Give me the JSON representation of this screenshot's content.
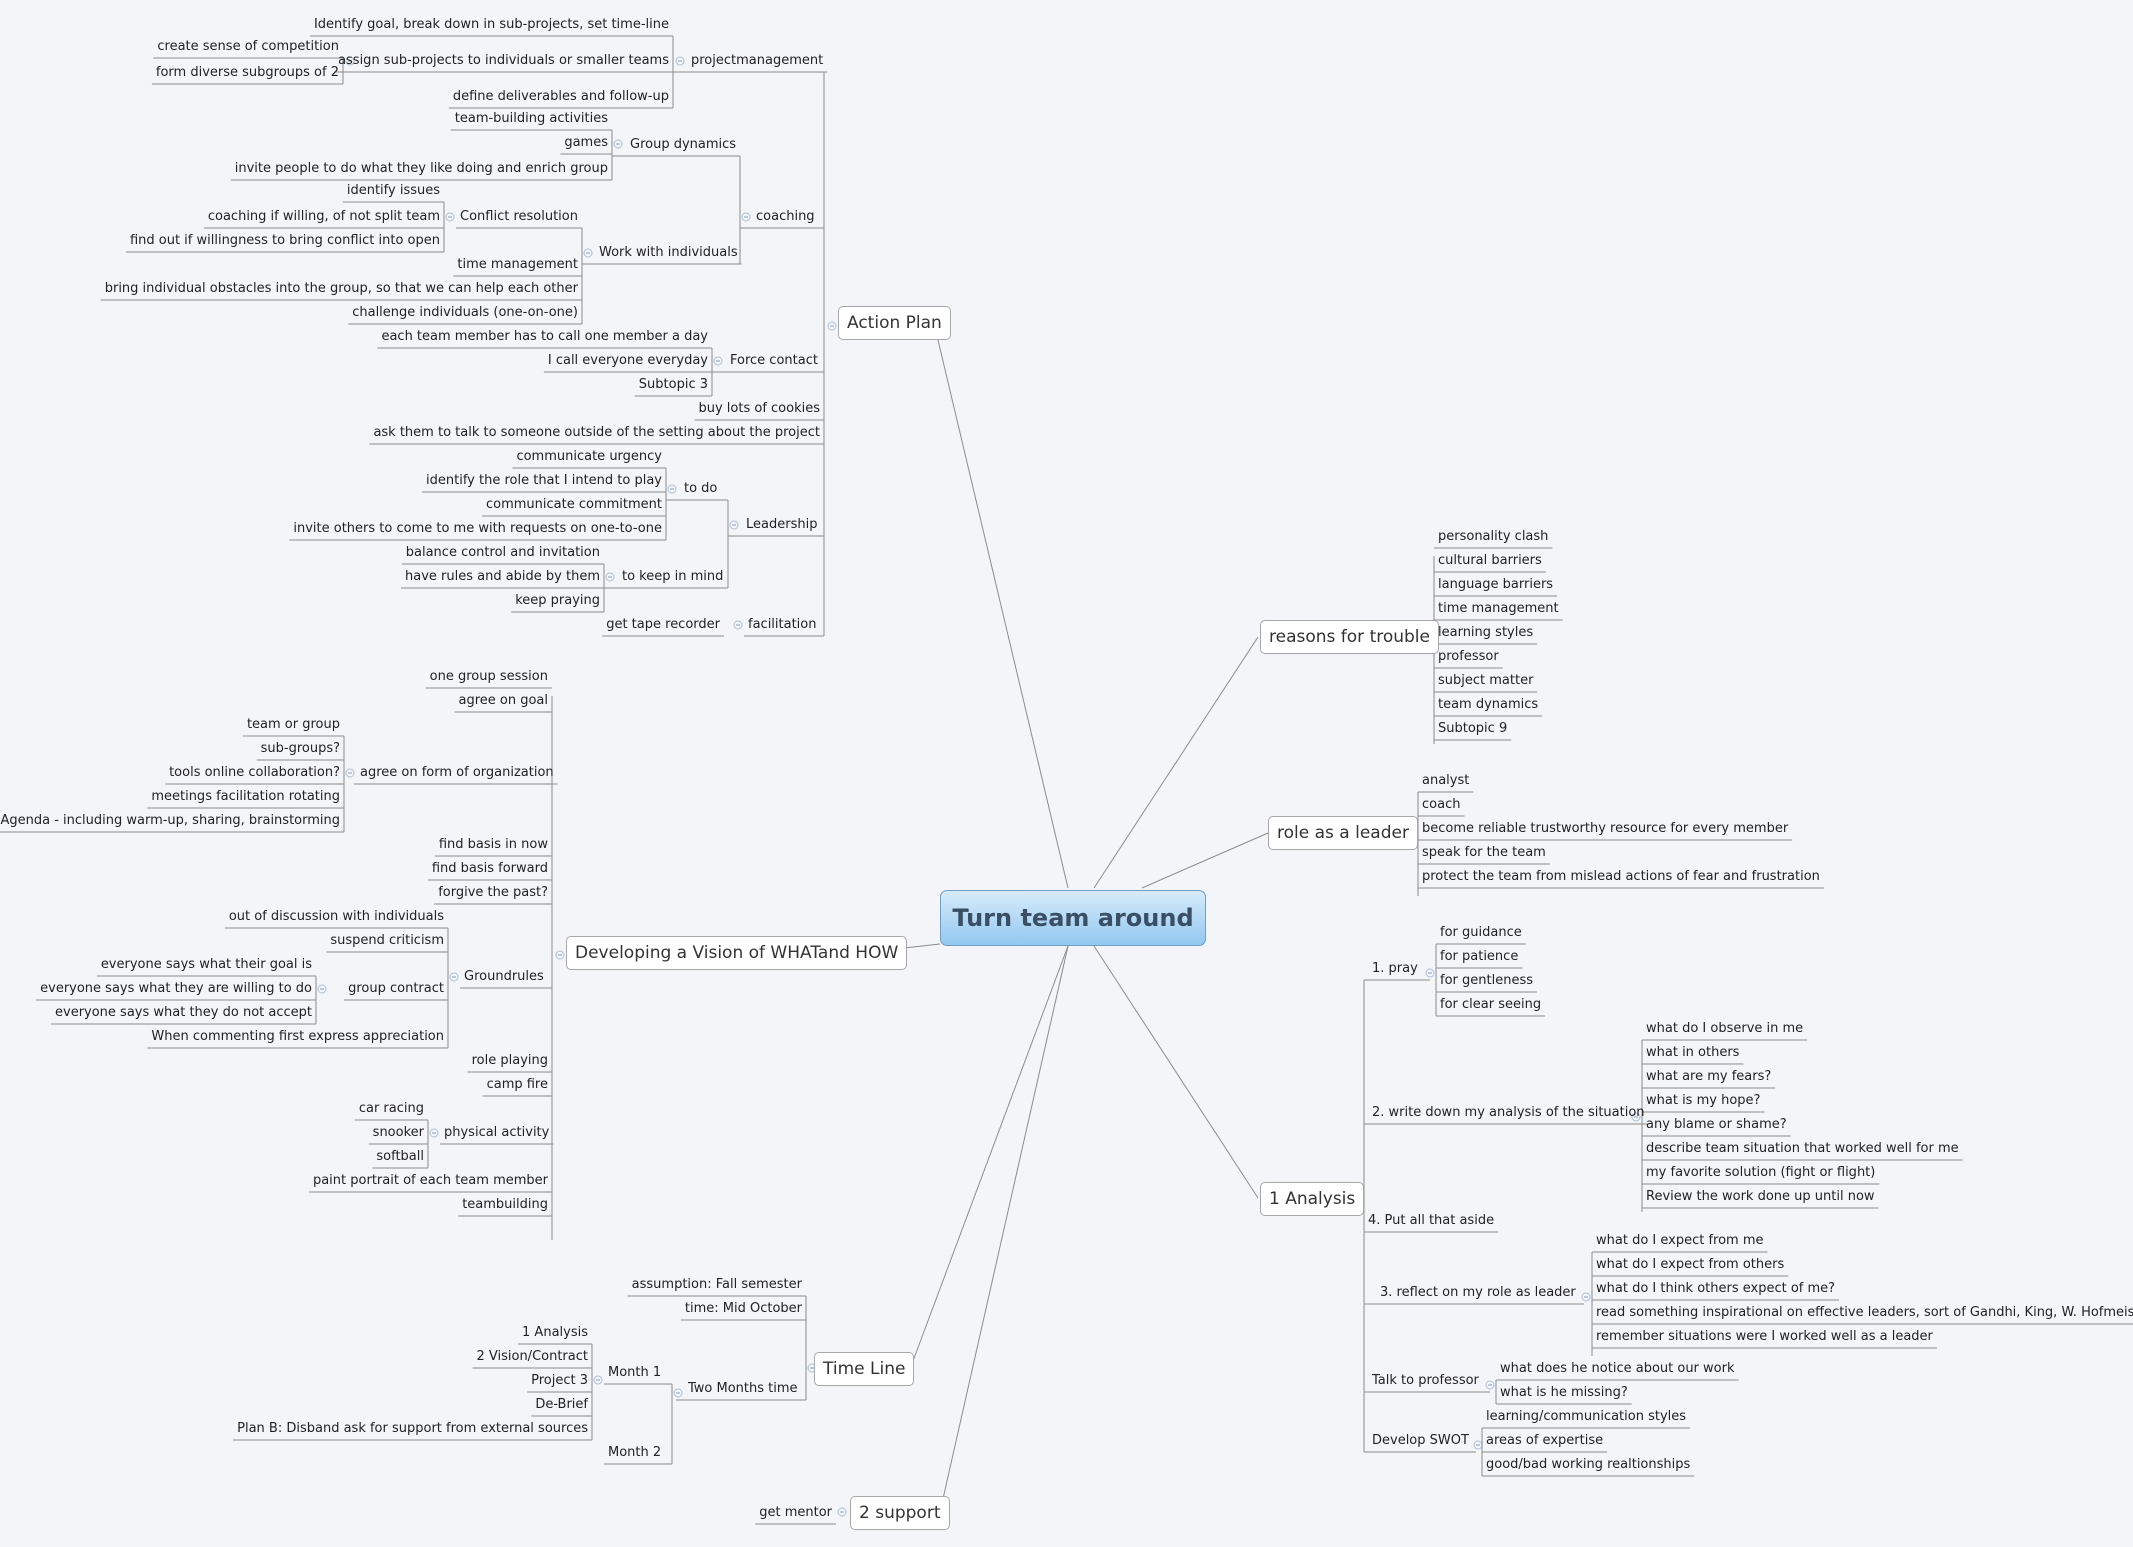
{
  "root": "Turn team around",
  "action_plan": {
    "label": "Action Plan",
    "projectmanagement": {
      "label": "projectmanagement",
      "identify_goal": "Identify goal, break down in sub-projects, set time-line",
      "assign": "assign sub-projects to individuals or smaller teams",
      "create_sense": "create sense of competition",
      "form_subgroups": "form diverse subgroups of 2",
      "define_deliverables": "define deliverables and follow-up"
    },
    "coaching": {
      "label": "coaching",
      "group_dynamics": "Group dynamics",
      "team_building": "team-building activities",
      "games": "games",
      "invite_people": "invite people to do what they like doing and enrich group",
      "work_with_individuals": "Work with individuals",
      "conflict_resolution": "Conflict resolution",
      "identify_issues": "identify issues",
      "coaching_if_willing": "coaching if willing, of not split team",
      "find_out": "find out if willingness to bring conflict into open",
      "time_management": "time management",
      "bring_obstacles": "bring individual obstacles into the group, so that we can help each other",
      "challenge": "challenge individuals (one-on-one)"
    },
    "force_contact": {
      "label": "Force contact",
      "each_member": "each team member has to call one member a day",
      "i_call": "I call everyone everyday",
      "subtopic3": "Subtopic 3"
    },
    "buy_cookies": "buy lots of cookies",
    "ask_them": "ask them to talk to someone outside of the setting about the project",
    "leadership": {
      "label": "Leadership",
      "to_do": "to do",
      "communicate_urgency": "communicate urgency",
      "identify_role": "identify the role that I intend to play",
      "communicate_commitment": "communicate commitment",
      "invite_others": "invite others to come to me with requests on one-to-one",
      "to_keep_in_mind": "to keep in mind",
      "balance": "balance control and invitation",
      "have_rules": "have rules and abide by them",
      "keep_praying": "keep praying"
    },
    "facilitation": {
      "label": "facilitation",
      "get_tape": "get tape recorder"
    }
  },
  "vision": {
    "label": "Developing a Vision of WHATand HOW",
    "one_group_session": "one group session",
    "agree_on_goal": "agree on goal",
    "agree_form": "agree on form of organization",
    "team_or_group": "team or group",
    "sub_groups": "sub-groups?",
    "tools_online": "tools online collaboration?",
    "meetings": "meetings facilitation rotating",
    "agenda": "Agenda - including warm-up, sharing, brainstorming",
    "find_basis_now": "find basis in now",
    "find_basis_forward": "find basis forward",
    "forgive": "forgive the past?",
    "groundrules": "Groundrules",
    "out_of_discussion": "out of discussion with individuals",
    "suspend": "suspend criticism",
    "group_contract": "group contract",
    "everyone_goal": "everyone says what their goal is",
    "everyone_willing": "everyone says what they are willing to do",
    "everyone_not_accept": "everyone says what they do not accept",
    "when_commenting": "When commenting first express appreciation",
    "role_playing": "role playing",
    "camp_fire": "camp fire",
    "physical_activity": "physical activity",
    "car_racing": "car racing",
    "snooker": "snooker",
    "softball": "softball",
    "paint_portrait": "paint portrait of each team member",
    "teambuilding": "teambuilding"
  },
  "time_line": {
    "label": "Time Line",
    "assumption": "assumption: Fall semester",
    "time_mid_october": "time: Mid October",
    "two_months": "Two Months time",
    "month1": "Month 1",
    "analysis": "1 Analysis",
    "vision_contract": "2 Vision/Contract",
    "project3": "Project 3",
    "debrief": "De-Brief",
    "plan_b": "Plan B: Disband ask for support from external sources",
    "month2": "Month 2"
  },
  "support": {
    "label": "2 support",
    "get_mentor": "get mentor"
  },
  "reasons": {
    "label": "reasons for trouble",
    "items": [
      "personality clash",
      "cultural barriers",
      "language barriers",
      "time management",
      "learning styles",
      "professor",
      "subject matter",
      "team dynamics",
      "Subtopic 9"
    ]
  },
  "role_as_leader": {
    "label": "role as a leader",
    "items": [
      "analyst",
      "coach",
      "become reliable trustworthy resource for every member",
      "speak for the team",
      "protect the team from mislead actions of fear and frustration"
    ]
  },
  "analysis": {
    "label": "1 Analysis",
    "pray": "1. pray",
    "pray_items": [
      "for guidance",
      "for patience",
      "for gentleness",
      "for clear seeing"
    ],
    "write_down": "2. write down my analysis of the situation",
    "write_items": [
      "what do I observe in me",
      "what in others",
      "what are my fears?",
      "what is my hope?",
      "any blame or shame?",
      "describe team situation that worked well for me",
      "my favorite solution (fight or flight)",
      "Review the work done up until now"
    ],
    "put_aside": "4. Put all that aside",
    "reflect": "3. reflect on my role as leader",
    "reflect_items": [
      "what do I expect from me",
      "what do I expect from others",
      "what do I think others expect of me?",
      "read something inspirational on effective leaders, sort of Gandhi, King, W. Hofmeister",
      "remember situations were I worked well as a leader"
    ],
    "talk_professor": "Talk to professor",
    "professor_items": [
      "what does he notice about our work",
      "what is he missing?"
    ],
    "swot": "Develop SWOT",
    "swot_items": [
      "learning/communication styles",
      "areas of expertise",
      "good/bad working realtionships"
    ]
  }
}
